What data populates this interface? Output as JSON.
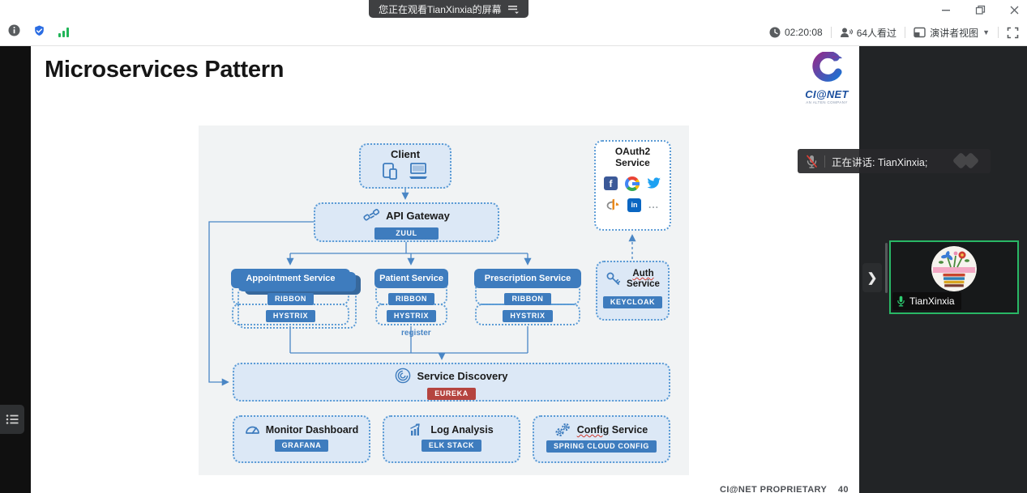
{
  "window": {
    "watching_banner": "您正在观看TianXinxia的屏幕"
  },
  "statusbar": {
    "timer": "02:20:08",
    "viewers": "64人看过",
    "view_mode": "演讲者视图"
  },
  "slide": {
    "title": "Microservices Pattern",
    "logo_text": "CI@NET",
    "logo_tagline": "AN ALTEN COMPANY",
    "footer": "CI@NET PROPRIETARY    40"
  },
  "diagram": {
    "client": {
      "label": "Client"
    },
    "oauth": {
      "line1": "OAuth2",
      "line2": "Service",
      "more": "..."
    },
    "gateway": {
      "label": "API Gateway",
      "badge": "ZUUL"
    },
    "services": [
      {
        "label": "Appointment Service",
        "badge1": "RIBBON",
        "badge2": "HYSTRIX"
      },
      {
        "label": "Patient Service",
        "badge1": "RIBBON",
        "badge2": "HYSTRIX"
      },
      {
        "label": "Prescription Service",
        "badge1": "RIBBON",
        "badge2": "HYSTRIX"
      }
    ],
    "auth": {
      "word1": "Auth",
      "word2": "Service",
      "badge": "KEYCLOAK"
    },
    "register_label": "register",
    "discovery": {
      "label": "Service Discovery",
      "badge": "EUREKA"
    },
    "monitor": {
      "label": "Monitor Dashboard",
      "badge": "GRAFANA"
    },
    "log": {
      "word1": "Log",
      "word2": "Analysis",
      "badge": "ELK STACK"
    },
    "config": {
      "word1": "Config",
      "word2": "Service",
      "badge": "SPRING CLOUD CONFIG"
    }
  },
  "meeting": {
    "speaking": "正在讲话:  TianXinxia;",
    "participant_name": "TianXinxia"
  },
  "colors": {
    "diagram_blue": "#3e7cbe",
    "eureka_red": "#b5443f",
    "active_speaker_green": "#29b765",
    "shield_blue": "#2b6de3",
    "signal_green": "#21b558"
  }
}
